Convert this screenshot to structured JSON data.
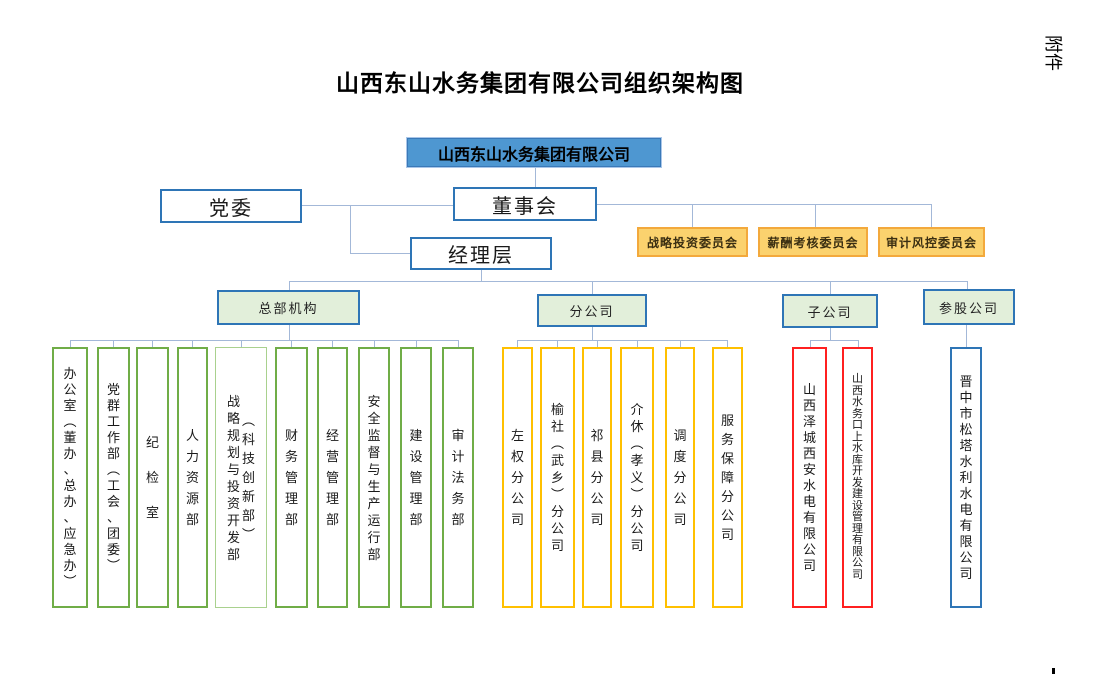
{
  "page": {
    "attachment_note": "附件",
    "title": "山西东山水务集团有限公司组织架构图"
  },
  "org": {
    "root": "山西东山水务集团有限公司",
    "party_committee": "党委",
    "board": "董事会",
    "management": "经理层",
    "board_committees": [
      "战略投资委员会",
      "薪酬考核委员会",
      "审计风控委员会"
    ],
    "groups": {
      "headquarters": {
        "label": "总部机构",
        "children": [
          {
            "label": "办公室（董办、总办、应急办）"
          },
          {
            "label": "党群工作部（工会、团委）"
          },
          {
            "label": "纪检室"
          },
          {
            "label": "人力资源部"
          },
          {
            "label": "战略规划与投资开发部（科技创新部）",
            "lines": [
              "战略规划与投资开发部",
              "（科技创新部）"
            ]
          },
          {
            "label": "财务管理部"
          },
          {
            "label": "经营管理部"
          },
          {
            "label": "安全监督与生产运行部"
          },
          {
            "label": "建设管理部"
          },
          {
            "label": "审计法务部"
          }
        ]
      },
      "branches": {
        "label": "分公司",
        "children": [
          {
            "label": "左权分公司"
          },
          {
            "label": "榆社（武乡）分公司"
          },
          {
            "label": "祁县分公司"
          },
          {
            "label": "介休（孝义）分公司"
          },
          {
            "label": "调度分公司"
          },
          {
            "label": "服务保障分公司"
          }
        ]
      },
      "subsidiaries": {
        "label": "子公司",
        "children": [
          {
            "label": "山西泽城西安水电有限公司"
          },
          {
            "label": "山西水务口上水库开发建设管理有限公司"
          }
        ]
      },
      "equity": {
        "label": "参股公司",
        "children": [
          {
            "label": "晋中市松塔水利水电有限公司"
          }
        ]
      }
    }
  },
  "colors": {
    "root_fill": "#4E97D1",
    "blue_border": "#2E75B6",
    "group_fill": "#E2EFDA",
    "green_border": "#70AD47",
    "light_green_border": "#A9D18E",
    "gold_fill": "#FBD26E",
    "gold_border": "#F3A93C",
    "yellow_border": "#FFC000",
    "red_border": "#FF2020",
    "connector": "#A3B8D8"
  }
}
